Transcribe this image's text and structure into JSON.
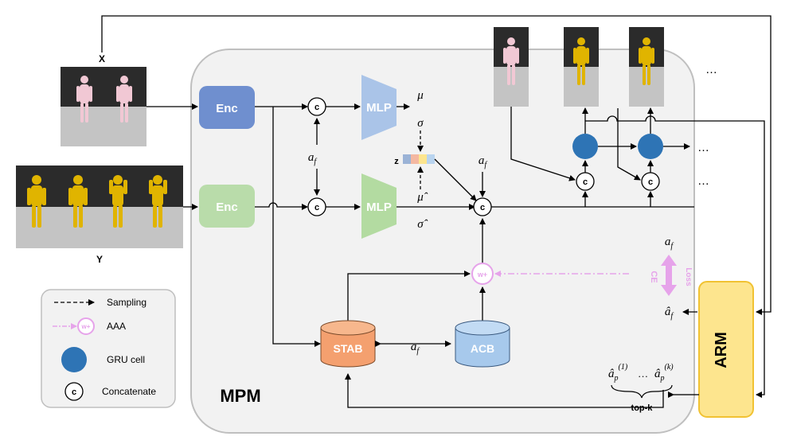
{
  "labels": {
    "x": "X",
    "y": "Y",
    "mpm": "MPM",
    "arm": "ARM",
    "enc_top": "Enc",
    "enc_bottom": "Enc",
    "mlp_top": "MLP",
    "mlp_bottom": "MLP",
    "stab": "STAB",
    "acb": "ACB",
    "concat": "c",
    "w_plus": "w+",
    "z": "z",
    "mu": "μ",
    "sigma": "σ",
    "mu_hat": "μ̂",
    "sigma_hat": "σ̂",
    "af": "a",
    "af_sub": "f",
    "af_hat": "â",
    "ap_hat_1": "â",
    "ap_sub": "p",
    "ap_sup_1": "(1)",
    "ap_sup_k": "(k)",
    "ellipsis": "…",
    "ce": "CE",
    "loss": "Loss",
    "top_k": "top-k"
  },
  "legend": {
    "sampling": "Sampling",
    "aaa": "AAA",
    "gru": "GRU cell",
    "concatenate": "Concatenate",
    "w_plus": "w+",
    "c": "c"
  },
  "colors": {
    "enc_top": "#6f8fcf",
    "enc_bottom": "#b9dcaa",
    "mlp_top": "#aac4e8",
    "mlp_bottom": "#b3dba1",
    "stab": "#f4a06f",
    "acb": "#a7c9ec",
    "arm": "#fde58e",
    "gru": "#2e74b5",
    "pink": "#e6a3ea",
    "panel": "#f2f2f2"
  }
}
